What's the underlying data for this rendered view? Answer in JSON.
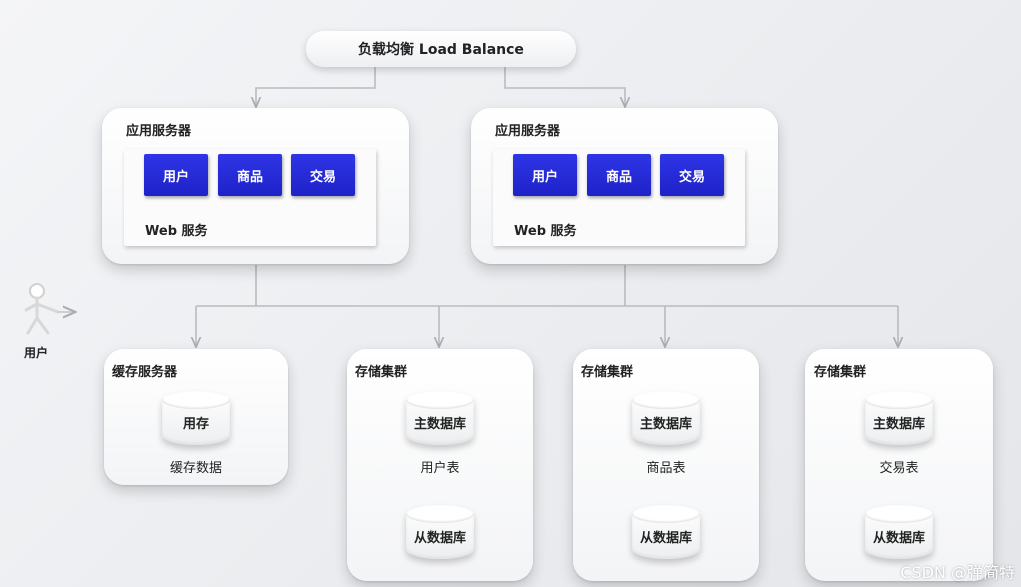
{
  "load_balancer": {
    "label": "负载均衡 Load Balance"
  },
  "app_servers": [
    {
      "title": "应用服务器",
      "modules": [
        "用户",
        "商品",
        "交易"
      ],
      "web_label": "Web 服务"
    },
    {
      "title": "应用服务器",
      "modules": [
        "用户",
        "商品",
        "交易"
      ],
      "web_label": "Web 服务"
    }
  ],
  "user_actor": {
    "label": "用户",
    "icon": "stick-figure-icon"
  },
  "cache_server": {
    "title": "缓存服务器",
    "db_label": "用存",
    "caption": "缓存数据"
  },
  "storage_clusters": [
    {
      "title": "存储集群",
      "master": "主数据库",
      "table": "用户表",
      "slave": "从数据库"
    },
    {
      "title": "存储集群",
      "master": "主数据库",
      "table": "商品表",
      "slave": "从数据库"
    },
    {
      "title": "存储集群",
      "master": "主数据库",
      "table": "交易表",
      "slave": "从数据库"
    }
  ],
  "watermark": "CSDN @弹简特",
  "colors": {
    "module_blue": "#2328d6",
    "line_gray": "#b8bbc0"
  }
}
